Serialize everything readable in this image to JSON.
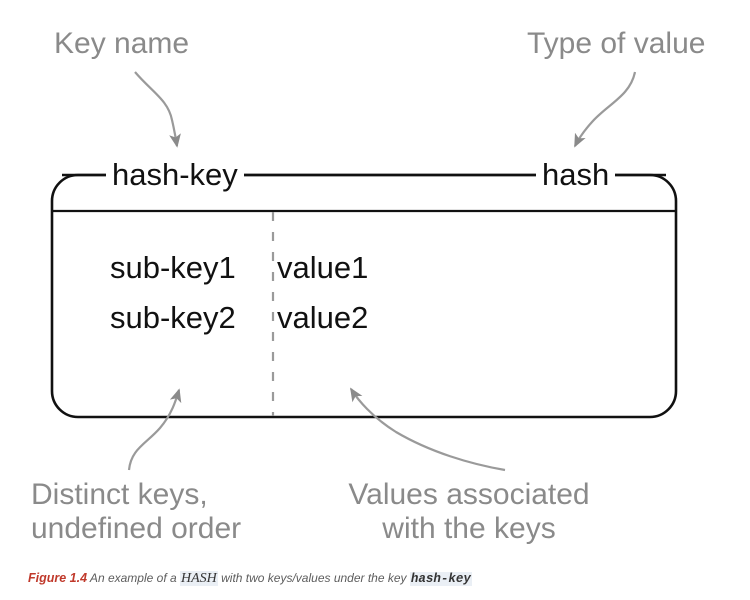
{
  "figure": {
    "type": "hash-structure-diagram",
    "annotations": {
      "key_name": "Key name",
      "type_of_value": "Type of value",
      "distinct_keys": "Distinct keys,\nundefined order",
      "values_associated": "Values associated\nwith the keys"
    },
    "box": {
      "key_title": "hash-key",
      "value_type": "hash",
      "rows": [
        {
          "key": "sub-key1",
          "value": "value1"
        },
        {
          "key": "sub-key2",
          "value": "value2"
        }
      ]
    },
    "caption": {
      "number": "Figure 1.4",
      "part1": " An example of a ",
      "code1": "HASH",
      "part2": " with two keys/values under the key ",
      "code2": "hash-key"
    },
    "colors": {
      "annotation_gray": "#8a8a8a",
      "box_stroke": "#111111",
      "divider_gray": "#9a9a9a",
      "caption_red": "#c0392b",
      "caption_gray": "#5d5d5d",
      "code_highlight": "#eaeff5",
      "background": "#ffffff"
    }
  }
}
